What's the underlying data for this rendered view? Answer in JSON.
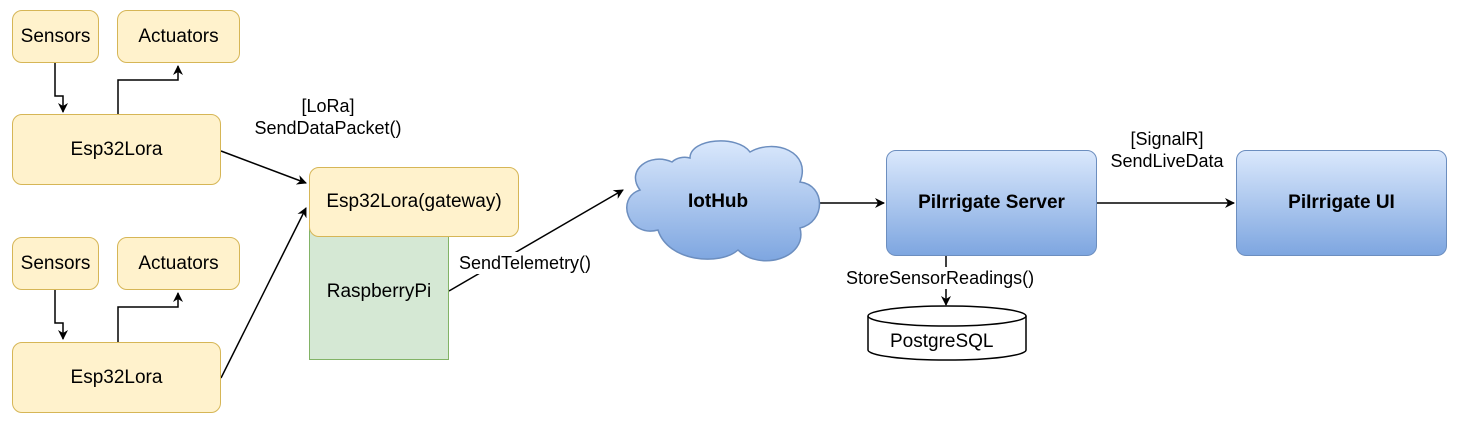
{
  "nodes": {
    "sensors_top": "Sensors",
    "actuators_top": "Actuators",
    "esp32_top": "Esp32Lora",
    "sensors_bottom": "Sensors",
    "actuators_bottom": "Actuators",
    "esp32_bottom": "Esp32Lora",
    "gateway": "Esp32Lora(gateway)",
    "raspberry": "RaspberryPi",
    "iothub": "IotHub",
    "server": "PiIrrigate Server",
    "ui": "PiIrrigate UI",
    "database": "PostgreSQL"
  },
  "edge_labels": {
    "lora_line1": "[LoRa]",
    "lora_line2": "SendDataPacket()",
    "telemetry": "SendTelemetry()",
    "signalr_line1": "[SignalR]",
    "signalr_line2": "SendLiveData",
    "store": "StoreSensorReadings()"
  },
  "colors": {
    "yellow_fill": "#fff2cc",
    "yellow_stroke": "#d6b656",
    "green_fill": "#d5e8d4",
    "green_stroke": "#82b366",
    "blue_fill": "#dae8fc",
    "blue_stroke": "#6c8ebf"
  }
}
